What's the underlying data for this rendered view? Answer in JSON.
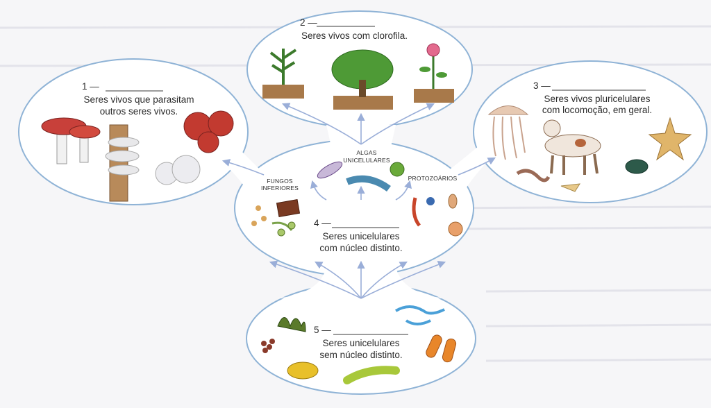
{
  "groups": [
    {
      "number": "1 —",
      "line1": "Seres vivos que parasitam",
      "line2": "outros seres vivos."
    },
    {
      "number": "2 —",
      "line1": "Seres vivos com clorofila.",
      "line2": ""
    },
    {
      "number": "3 —",
      "line1": "Seres vivos pluricelulares",
      "line2": "com locomoção, em geral."
    },
    {
      "number": "4 —",
      "line1": "Seres unicelulares",
      "line2": "com núcleo distinto."
    },
    {
      "number": "5 —",
      "line1": "Seres unicelulares",
      "line2": "sem núcleo distinto."
    }
  ],
  "sublabels": {
    "fungos_line1": "FUNGOS",
    "fungos_line2": "INFERIORES",
    "algas_line1": "ALGAS",
    "algas_line2": "UNICELULARES",
    "protozoarios": "PROTOZOÁRIOS"
  },
  "colors": {
    "outline": "#8fb3d6",
    "arrow": "#9aaed8",
    "text": "#2b2b2b",
    "blank_line": "#3a3a3a"
  }
}
